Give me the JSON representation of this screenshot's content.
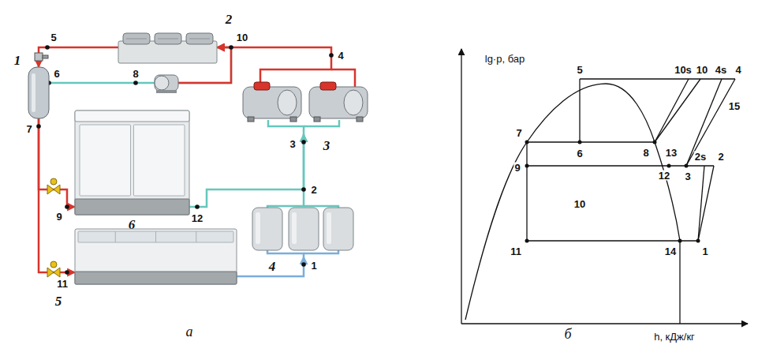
{
  "diagram": {
    "nodes": [
      {
        "text": [
          "1"
        ]
      },
      {
        "text": [
          "2"
        ]
      },
      {
        "text": [
          "3"
        ]
      },
      {
        "text": [
          "6"
        ]
      },
      {
        "text": [
          "4"
        ]
      },
      {
        "text": [
          "5"
        ]
      }
    ],
    "edges": [
      {
        "from": 2,
        "to": 1,
        "arrow": "to"
      },
      {
        "from": 1,
        "to": 0,
        "arrow": "to"
      },
      {
        "from": 0,
        "to": 3,
        "arrow": "to"
      },
      {
        "from": 0,
        "to": 5,
        "arrow": "to"
      },
      {
        "from": 3,
        "to": 2,
        "arrow": "to"
      },
      {
        "from": 4,
        "to": 2,
        "arrow": "to"
      },
      {
        "from": 5,
        "to": 4,
        "arrow": "to"
      },
      {
        "from": 0,
        "to": 1,
        "arrow": "to"
      }
    ],
    "labels": [
      "5",
      "10",
      "4",
      "6",
      "8",
      "3",
      "7",
      "9",
      "12",
      "2",
      "11",
      "1",
      "а",
      "lg·p, бар",
      "h, кДж/кг",
      "5",
      "10s",
      "10",
      "4s",
      "4",
      "15",
      "7",
      "6",
      "8",
      "13",
      "2s",
      "2",
      "9",
      "12",
      "3",
      "10",
      "11",
      "14",
      "1",
      "б"
    ]
  }
}
